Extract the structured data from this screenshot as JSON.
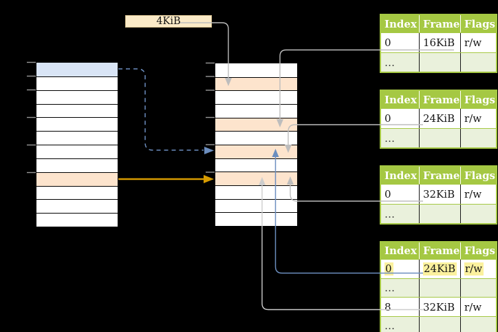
{
  "legend": {
    "page_size_label": "4KiB"
  },
  "memory_columns": {
    "left": {
      "rows": [
        "blue",
        "white",
        "white",
        "white",
        "white",
        "white",
        "white",
        "white",
        "orange",
        "white",
        "white",
        "white"
      ],
      "tick_rows": [
        0,
        1,
        2,
        4,
        6,
        8
      ]
    },
    "middle": {
      "rows": [
        "white",
        "orange",
        "white",
        "white",
        "orange",
        "white",
        "orange",
        "white",
        "orange",
        "white",
        "white",
        "white"
      ],
      "tick_rows": [
        0,
        1,
        2,
        4,
        6,
        8
      ]
    }
  },
  "page_tables": {
    "headers": [
      "Index",
      "Frame",
      "Flags"
    ],
    "tables": [
      {
        "name": "page-table-1",
        "rows": [
          {
            "index": "0",
            "frame": "16KiB",
            "flags": "r/w",
            "highlight": false
          },
          {
            "index": "…",
            "frame": "",
            "flags": "",
            "highlight": false
          }
        ]
      },
      {
        "name": "page-table-2",
        "rows": [
          {
            "index": "0",
            "frame": "24KiB",
            "flags": "r/w",
            "highlight": false
          },
          {
            "index": "…",
            "frame": "",
            "flags": "",
            "highlight": false
          }
        ]
      },
      {
        "name": "page-table-3",
        "rows": [
          {
            "index": "0",
            "frame": "32KiB",
            "flags": "r/w",
            "highlight": false
          },
          {
            "index": "…",
            "frame": "",
            "flags": "",
            "highlight": false
          }
        ]
      },
      {
        "name": "page-table-4",
        "rows": [
          {
            "index": "0",
            "frame": "24KiB",
            "flags": "r/w",
            "highlight": true
          },
          {
            "index": "…",
            "frame": "",
            "flags": "",
            "highlight": false
          },
          {
            "index": "8",
            "frame": "32KiB",
            "flags": "r/w",
            "highlight": false
          },
          {
            "index": "…",
            "frame": "",
            "flags": "",
            "highlight": false
          }
        ]
      }
    ]
  },
  "colors": {
    "green": "#A5C843",
    "green_light": "#EAF1DC",
    "row_blue": "#D9E5F6",
    "row_orange": "#FDE4CD",
    "cream": "#FBEAC7",
    "cream_border": "#D8C190",
    "arrow_gray": "#BDBDBD",
    "arrow_gray_light": "#CDCDCD",
    "arrow_blue": "#6C8EBF",
    "arrow_orange": "#D79B00",
    "highlight": "#FBF19E",
    "tick": "#999999"
  }
}
